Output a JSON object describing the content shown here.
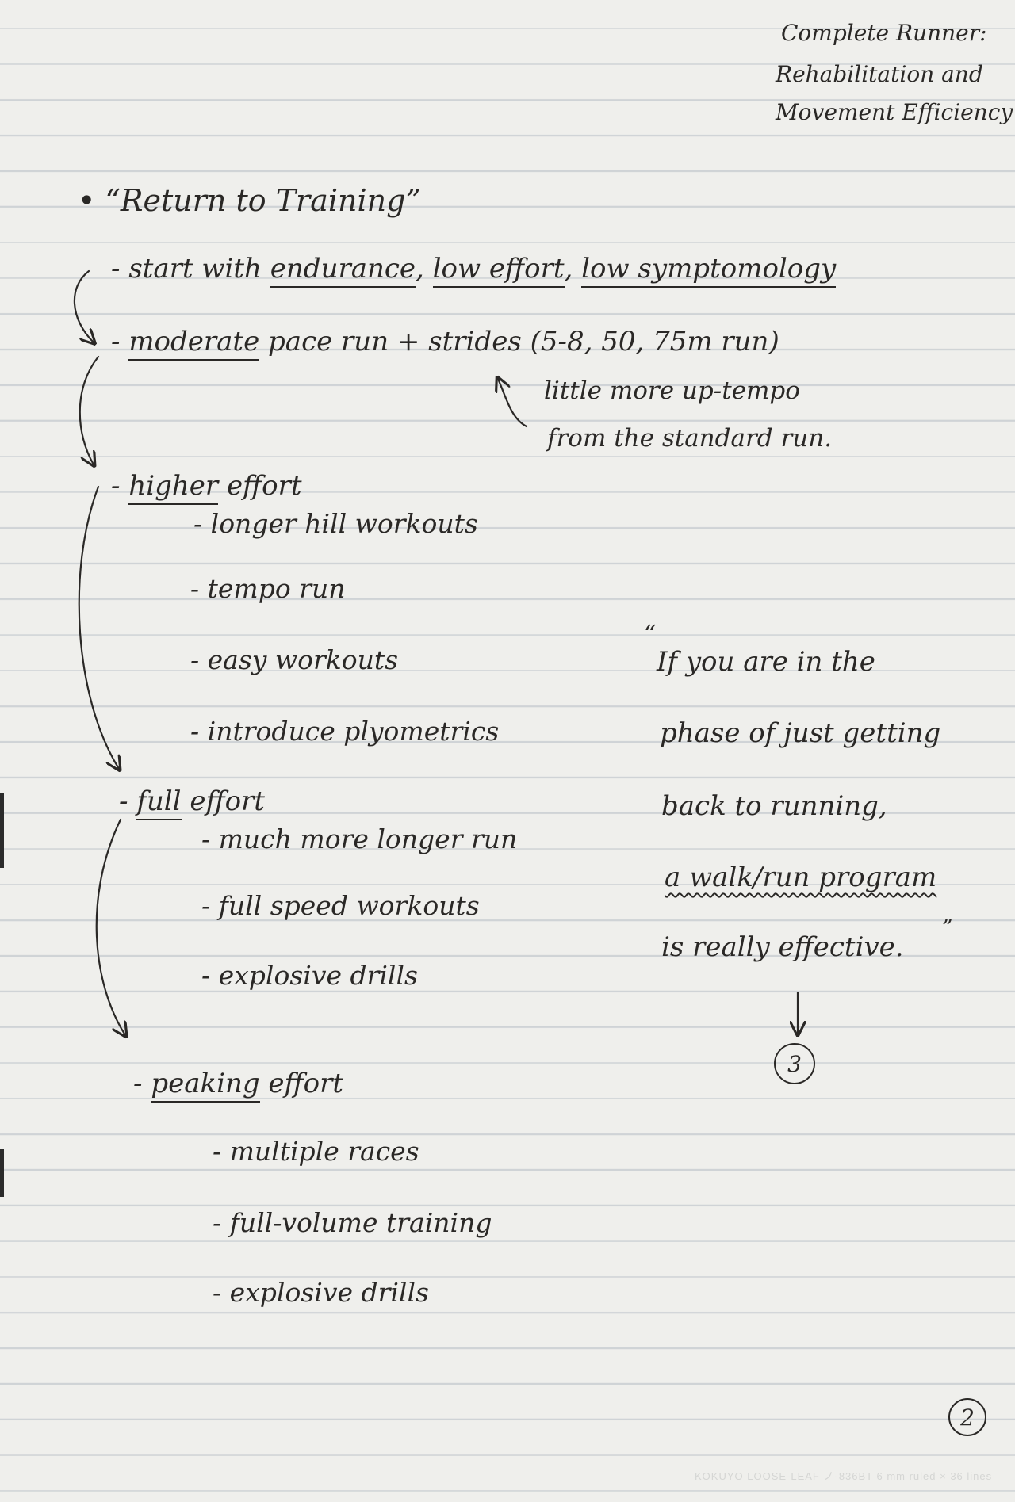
{
  "header": {
    "line1": "Complete Runner:",
    "line2": "Rehabilitation and",
    "line3": "Movement Efficiency"
  },
  "title": "• “Return to Training”",
  "stages": {
    "endurance": {
      "dash": "-",
      "prefix": "start with",
      "term1": "endurance",
      "sep1": ",",
      "term2": "low effort",
      "sep2": ",",
      "term3": "low symptomology"
    },
    "moderate": {
      "dash": "-",
      "term": "moderate",
      "rest": "pace run + strides (5-8, 50, 75m run)",
      "note_line1": "little more up-tempo",
      "note_line2": "from the standard run."
    },
    "higher": {
      "dash": "-",
      "term": "higher",
      "rest": "effort",
      "items": [
        "- longer hill workouts",
        "- tempo run",
        "- easy workouts",
        "- introduce plyometrics"
      ]
    },
    "full": {
      "dash": "-",
      "term": "full",
      "rest": "effort",
      "items": [
        "- much more longer run",
        "- full speed workouts",
        "- explosive drills"
      ]
    },
    "peaking": {
      "dash": "-",
      "term": "peaking",
      "rest": "effort",
      "items": [
        "- multiple races",
        "- full-volume training",
        "- explosive drills"
      ]
    }
  },
  "quote": {
    "open": "“",
    "line1": "If you are in the",
    "line2": "phase of just getting",
    "line3": "back to running,",
    "line4": "a walk/run program",
    "line5": "is really effective.",
    "close": "”",
    "ref": "3"
  },
  "page_number": "2",
  "paper_imprint": "KOKUYO LOOSE-LEAF  ノ-836BT  6 mm ruled × 36 lines"
}
